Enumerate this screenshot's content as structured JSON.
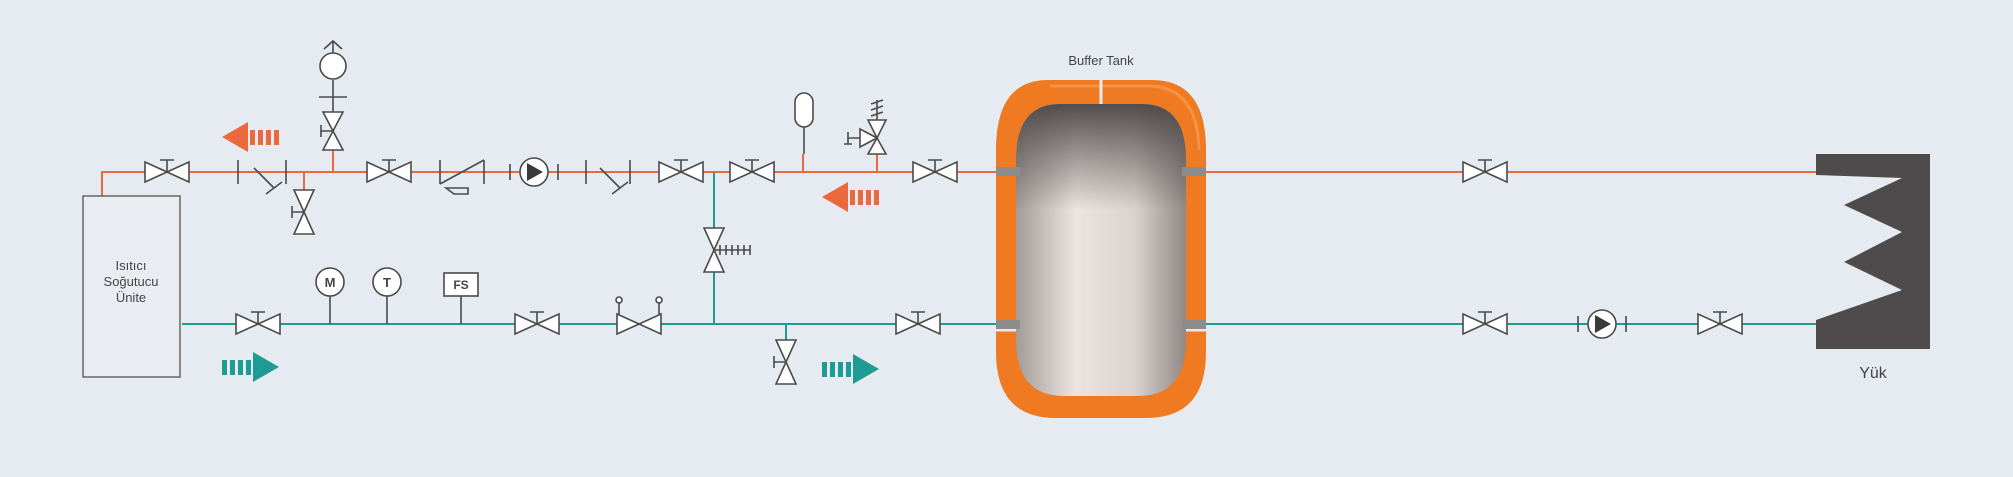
{
  "diagram": {
    "tank_label": "Buffer Tank",
    "unit_label": [
      "Isıtıcı",
      "Soğutucu",
      "Ünite"
    ],
    "load_label": "Yük",
    "gauges": {
      "manometer": "M",
      "thermometer": "T",
      "flow_switch": "FS"
    }
  },
  "colors": {
    "background": "#e6ebf1",
    "supply_line": "#ea6a3d",
    "return_line": "#1e9b93",
    "tank_insulation": "#f07a21",
    "load_block": "#4f4b4c",
    "symbol_stroke": "#4a4a4a"
  }
}
